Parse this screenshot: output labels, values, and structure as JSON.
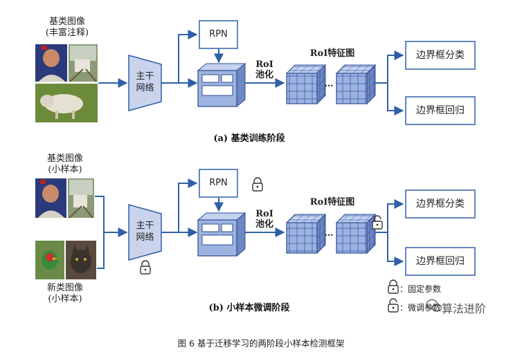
{
  "phase_a": {
    "base_images_label": "基类图像",
    "base_images_sublabel": "(丰富注释)",
    "backbone_label_line1": "主干",
    "backbone_label_line2": "网络",
    "rpn_label": "RPN",
    "roi_pool_label_line1": "RoI",
    "roi_pool_label_line2": "池化",
    "roi_feature_label": "RoI特征图",
    "ellipsis": "…",
    "bbox_cls_label": "边界框分类",
    "bbox_reg_label": "边界框回归",
    "title": "(a) 基类训练阶段"
  },
  "phase_b": {
    "base_images_label": "基类图像",
    "base_images_sublabel": "(小样本)",
    "novel_images_label": "新类图像",
    "novel_images_sublabel": "(小样本)",
    "backbone_label_line1": "主干",
    "backbone_label_line2": "网络",
    "rpn_label": "RPN",
    "roi_pool_label_line1": "RoI",
    "roi_pool_label_line2": "池化",
    "roi_feature_label": "RoI特征图",
    "ellipsis": "…",
    "bbox_cls_label": "边界框分类",
    "bbox_reg_label": "边界框回归",
    "title": "(b) 小样本微调阶段"
  },
  "legend": {
    "fixed_label": "：固定参数",
    "finetune_label": "：微调参数"
  },
  "watermark": "算法进阶",
  "caption": "图 6  基于迁移学习的两阶段小样本检测框架",
  "colors": {
    "arrow": "#2e5fa8",
    "box_border": "#2e5fa8",
    "trapezoid_fill": "#c9d4ec",
    "cube_front": "#9db3e0",
    "cube_top": "#c4d2f0",
    "cube_side": "#6f88c4"
  },
  "icons": {
    "lock_closed": "lock-closed-icon",
    "lock_open": "lock-open-icon",
    "wechat": "wechat-icon"
  }
}
